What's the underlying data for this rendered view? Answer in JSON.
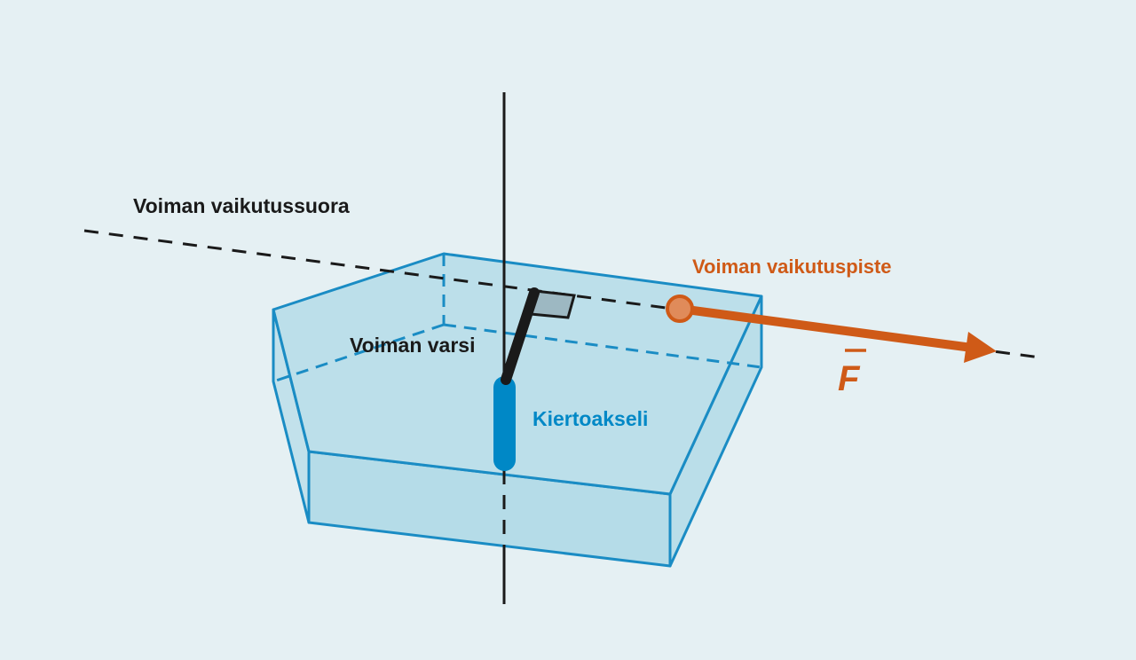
{
  "labels": {
    "line_of_action": "Voiman vaikutussuora",
    "point_of_application": "Voiman vaikutuspiste",
    "lever_arm": "Voiman varsi",
    "rotation_axis": "Kiertoakseli",
    "force": "F"
  },
  "colors": {
    "background": "#e5f0f3",
    "body_fill": "#b5dce8",
    "body_stroke": "#1a8cc4",
    "axis": "#0088c6",
    "force": "#cf5a17",
    "text": "#1a1a1a"
  }
}
